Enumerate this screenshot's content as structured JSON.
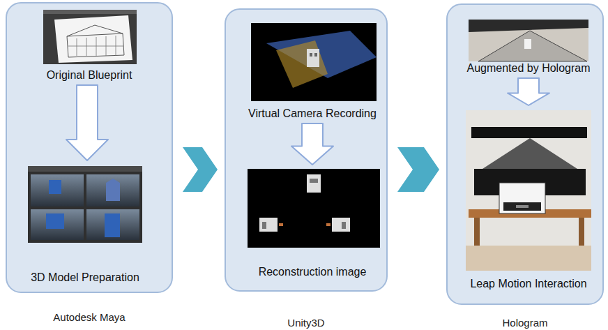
{
  "diagram": {
    "nodes": [
      {
        "text": [
          "Autodesk Maya"
        ]
      },
      {
        "text": [
          "Original Blueprint"
        ],
        "in": 0
      },
      {
        "text": [
          "3D Model Preparation"
        ],
        "in": 0
      },
      {
        "text": [
          "Unity3D"
        ]
      },
      {
        "text": [
          "Virtual Camera Recording"
        ],
        "in": 3
      },
      {
        "text": [
          "Reconstruction image"
        ],
        "in": 3
      },
      {
        "text": [
          "Hologram"
        ]
      },
      {
        "text": [
          "Augmented by Hologram"
        ],
        "in": 6
      },
      {
        "text": [
          "Leap Motion Interaction"
        ],
        "in": 6
      }
    ],
    "edges": [
      {
        "from": 1,
        "to": 2,
        "arrow": "to"
      },
      {
        "from": 0,
        "to": 3,
        "arrow": "to"
      },
      {
        "from": 4,
        "to": 5,
        "arrow": "to"
      },
      {
        "from": 3,
        "to": 6,
        "arrow": "to"
      },
      {
        "from": 7,
        "to": 8,
        "arrow": "to"
      }
    ]
  }
}
